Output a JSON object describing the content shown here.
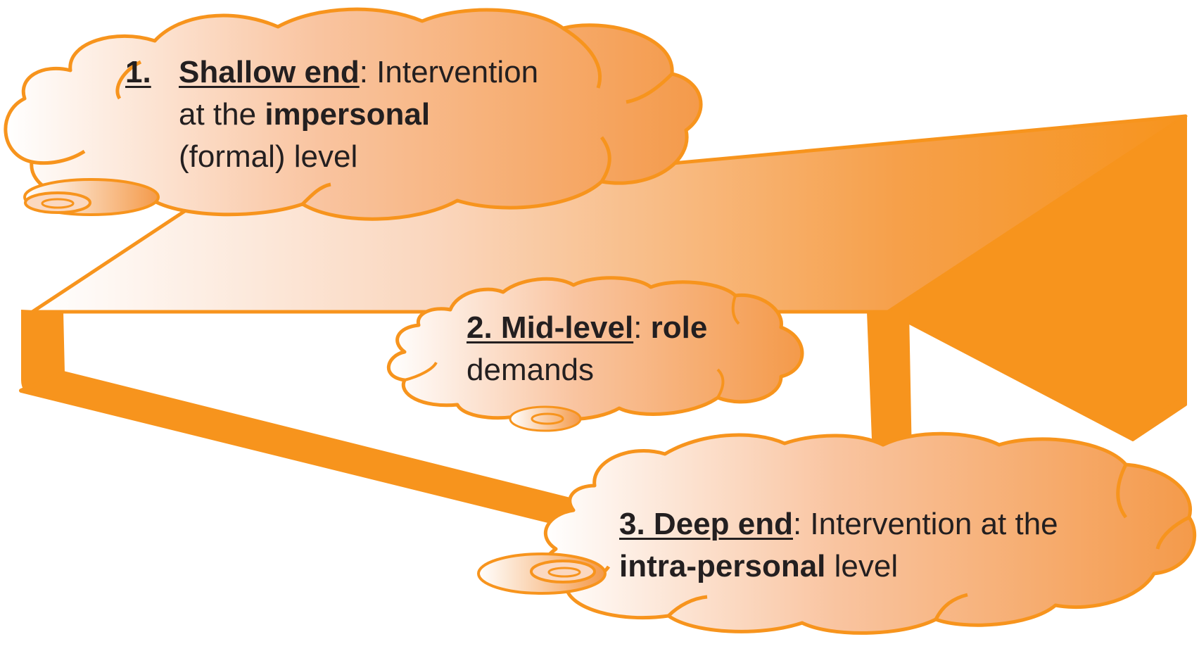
{
  "colors": {
    "orange": "#f7941d",
    "light_fill": "#fdf0e6",
    "text": "#231f20"
  },
  "clouds": [
    {
      "number": "1.",
      "title": "Shallow end",
      "sep": ":",
      "rest1": " Intervention",
      "line2_pre": "at the ",
      "line2_bold": "impersonal",
      "line3": "(formal) level"
    },
    {
      "title": "2. Mid-level",
      "sep": ": ",
      "bold": "role",
      "line2": "demands"
    },
    {
      "title": "3. Deep end",
      "sep": ": Intervention at the",
      "line2_bold": "intra-personal",
      "line2_rest": " level"
    }
  ]
}
